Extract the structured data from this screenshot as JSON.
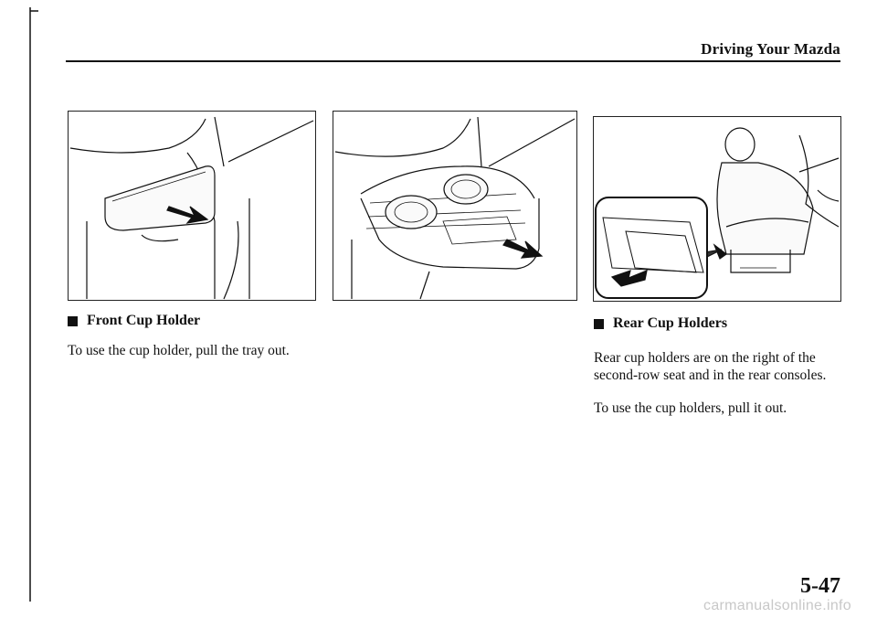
{
  "header": {
    "running_title": "Driving Your Mazda"
  },
  "figures": {
    "front_cup_holder": {
      "icon": "front-cup-holder-illustration"
    },
    "front_cup_holder_open": {
      "icon": "front-cup-holder-tray-open-illustration"
    },
    "rear_cup_holders": {
      "icon": "rear-cup-holder-seat-illustration"
    }
  },
  "front": {
    "heading": "Front Cup Holder",
    "text": "To use the cup holder, pull the tray out."
  },
  "rear": {
    "heading": "Rear Cup Holders",
    "text_line1": "Rear cup holders are on the right of the",
    "text_line2": "second-row seat and in the rear consoles.",
    "text2": "To use the cup holders, pull it out."
  },
  "footer": {
    "page_number": "5-47",
    "watermark": "carmanualsonline.info"
  }
}
